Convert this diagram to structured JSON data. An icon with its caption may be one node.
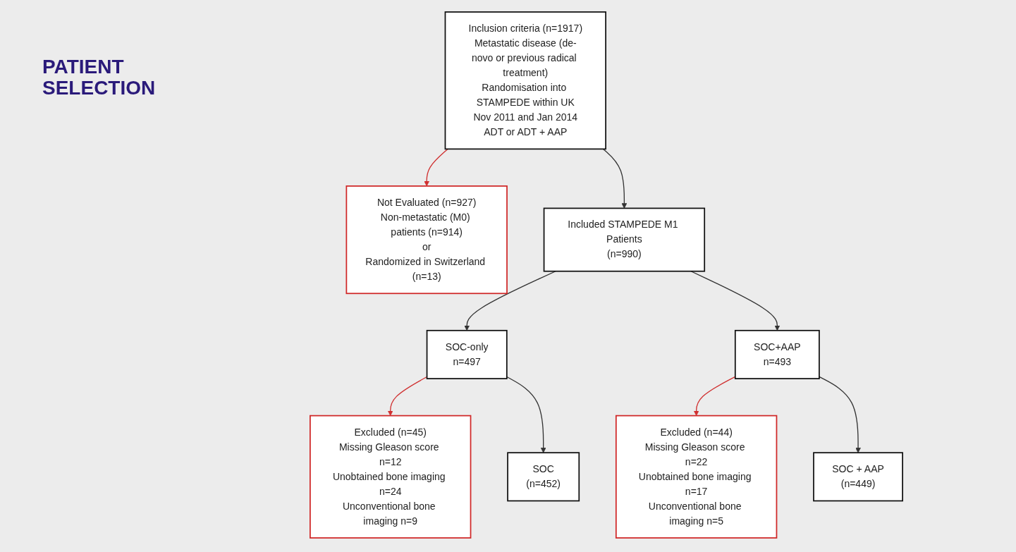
{
  "diagram": {
    "title": "PATIENT SELECTION",
    "nodes": [
      {
        "text": [
          "Inclusion criteria (n=1917)",
          "Metastatic disease (de-novo or previous radical treatment)",
          "Randomisation into STAMPEDE within UK",
          "Nov 2011 and Jan 2014",
          "ADT or ADT + AAP"
        ]
      },
      {
        "text": [
          "Not Evaluated (n=927)",
          "Non-metastatic (M0) patients (n=914)",
          "or",
          "Randomized in Switzerland (n=13)"
        ]
      },
      {
        "text": [
          "Included STAMPEDE M1 Patients",
          "(n=990)"
        ]
      },
      {
        "text": [
          "SOC-only",
          "n=497"
        ]
      },
      {
        "text": [
          "SOC+AAP",
          "n=493"
        ]
      },
      {
        "text": [
          "Excluded (n=45)",
          "Missing Gleason score n=12",
          "Unobtained bone imaging n=24",
          "Unconventional bone imaging n=9"
        ]
      },
      {
        "text": [
          "Excluded (n=44)",
          "Missing Gleason score n=22",
          "Unobtained bone imaging n=17",
          "Unconventional bone imaging n=5"
        ]
      },
      {
        "text": [
          "SOC",
          "(n=452)"
        ]
      },
      {
        "text": [
          "SOC + AAP",
          "(n=449)"
        ]
      }
    ],
    "edges": [
      {
        "from": 0,
        "to": 2,
        "arrow": "to"
      },
      {
        "from": 0,
        "to": 1,
        "arrow": "to",
        "color": "#d03030"
      },
      {
        "from": 2,
        "to": 3,
        "arrow": "to"
      },
      {
        "from": 2,
        "to": 4,
        "arrow": "to"
      },
      {
        "from": 3,
        "to": 5,
        "arrow": "to",
        "color": "#d03030"
      },
      {
        "from": 4,
        "to": 6,
        "arrow": "to",
        "color": "#d03030"
      },
      {
        "from": 3,
        "to": 7,
        "arrow": "to"
      },
      {
        "from": 4,
        "to": 8,
        "arrow": "to"
      }
    ]
  }
}
